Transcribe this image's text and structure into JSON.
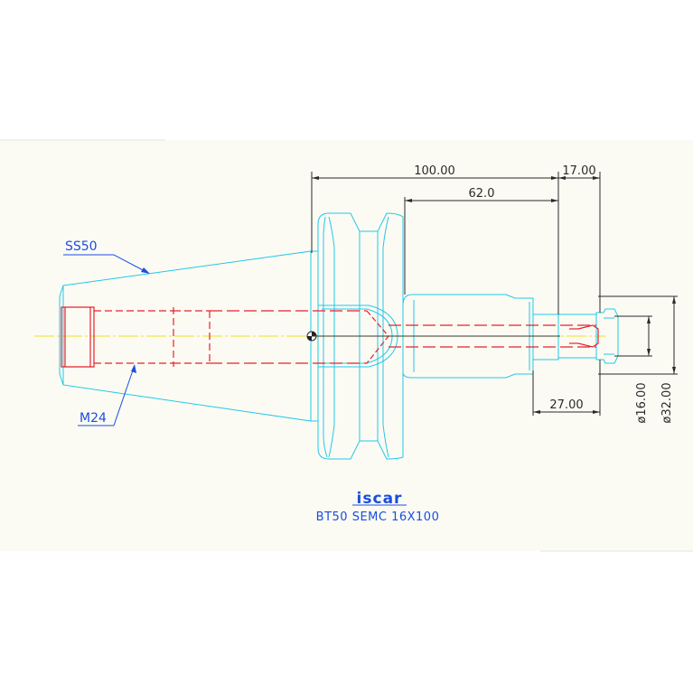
{
  "colors": {
    "background": "#ffffff",
    "panel": "#fbfbf4",
    "body_outline": "#22c8e8",
    "hidden_lines": "#e8202a",
    "centerline": "#f0e21e",
    "dimension": "#2a2a2a",
    "leader": "#1a4ee0",
    "label": "#1a4ee0",
    "logo": "#1a4ee0"
  },
  "dimensions": {
    "overall_length": "100.00",
    "tip_length": "17.00",
    "inner_length": "62.0",
    "shank_length": "27.00",
    "diameter_small": "ø16.00",
    "diameter_large": "ø32.00"
  },
  "callouts": {
    "taper": "SS50",
    "thread": "M24"
  },
  "logo": {
    "text": "iscar"
  },
  "caption": "BT50 SEMC 16X100"
}
